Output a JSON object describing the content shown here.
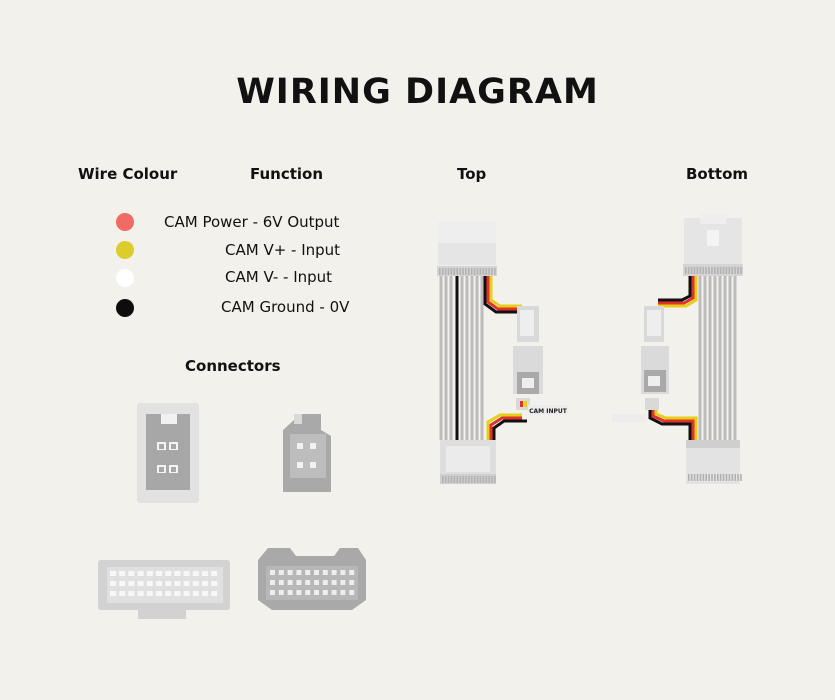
{
  "title": "WIRING DIAGRAM",
  "headers": {
    "wire_colour": "Wire Colour",
    "function": "Function",
    "top": "Top",
    "bottom": "Bottom",
    "connectors": "Connectors"
  },
  "wires": [
    {
      "color": "#ef6b63",
      "function": "CAM Power - 6V Output"
    },
    {
      "color": "#dccd2b",
      "function": "CAM V+ - Input"
    },
    {
      "color": "#ffffff",
      "function": "CAM V- - Input"
    },
    {
      "color": "#0d0d0d",
      "function": "CAM Ground - 0V"
    }
  ],
  "harness_label": "CAM INPUT",
  "colors": {
    "background": "#f3f1ec",
    "connector_light": "#e4e4e4",
    "connector_gray": "#a9a9a9",
    "wire_red": "#e0322a",
    "wire_yellow": "#e6cf1a",
    "wire_black": "#111111",
    "wire_white": "#f5f5f5"
  }
}
